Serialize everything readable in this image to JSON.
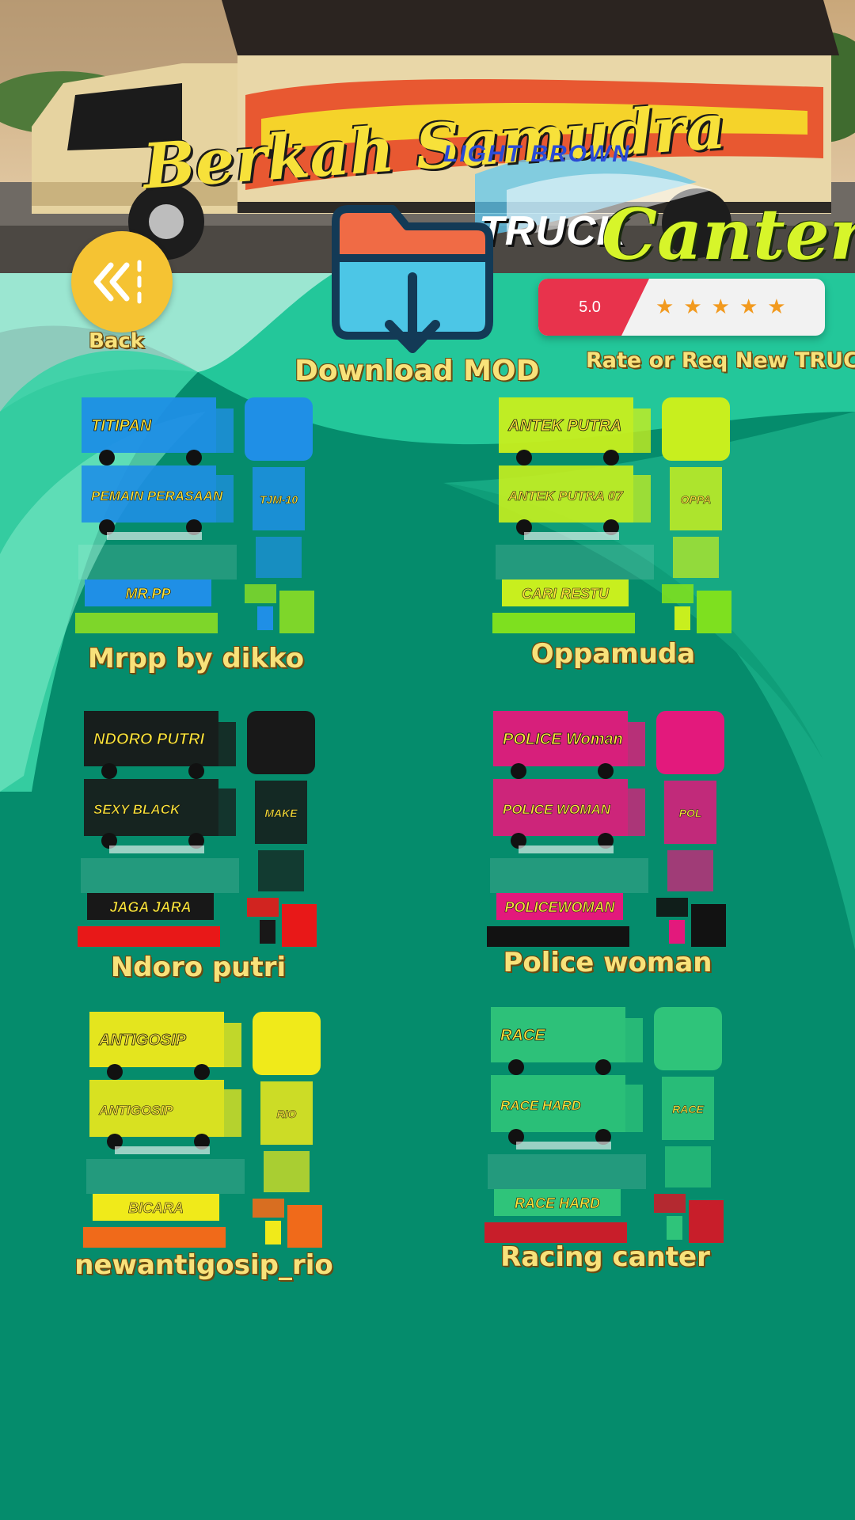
{
  "header": {
    "banner_title": "Berkah Samudra",
    "banner_subtitle": "LIGHT BROWN",
    "brand_truck": "TRUCK",
    "brand_canter": "Canter"
  },
  "back": {
    "label": "Back",
    "icon": "double-chevron-left-icon"
  },
  "download": {
    "label": "Download MOD",
    "icon": "folder-download-icon"
  },
  "rating": {
    "score": "5.0",
    "stars": 5,
    "label": "Rate or Req New TRUCK",
    "star_color": "#f29a1f",
    "score_color": "#e8334c"
  },
  "liveries": [
    {
      "name": "Mrpp by dikko",
      "accent": "#1f8fe6",
      "secondary": "#7ed62a",
      "title": "TITIPAN",
      "body": "PEMAIN PERASAAN",
      "plate": "MR.PP",
      "cab": "TJM-10"
    },
    {
      "name": "Oppamuda",
      "accent": "#c8ef1e",
      "secondary": "#7ee01f",
      "title": "ANTEK PUTRA",
      "body": "ANTEK PUTRA 07",
      "plate": "CARI RESTU",
      "cab": "OPPA"
    },
    {
      "name": "Ndoro putri",
      "accent": "#181818",
      "secondary": "#e81818",
      "title": "NDORO PUTRI",
      "body": "SEXY BLACK",
      "plate": "JAGA JARA",
      "cab": "MAKE"
    },
    {
      "name": "Police woman",
      "accent": "#e3197c",
      "secondary": "#121212",
      "title": "POLICE Woman",
      "body": "POLICE WOMAN",
      "plate": "POLICEWOMAN",
      "cab": "POL"
    },
    {
      "name": "newantigosip_rio",
      "accent": "#f0ea1a",
      "secondary": "#f06a1a",
      "title": "ANTIGOSIP",
      "body": "ANTIGOSIP",
      "plate": "BICARA",
      "cab": "RIO"
    },
    {
      "name": "Racing canter",
      "accent": "#2fc47a",
      "secondary": "#c81e2a",
      "title": "RACE",
      "body": "RACE HARD",
      "plate": "RACE HARD",
      "cab": "RACE"
    }
  ]
}
